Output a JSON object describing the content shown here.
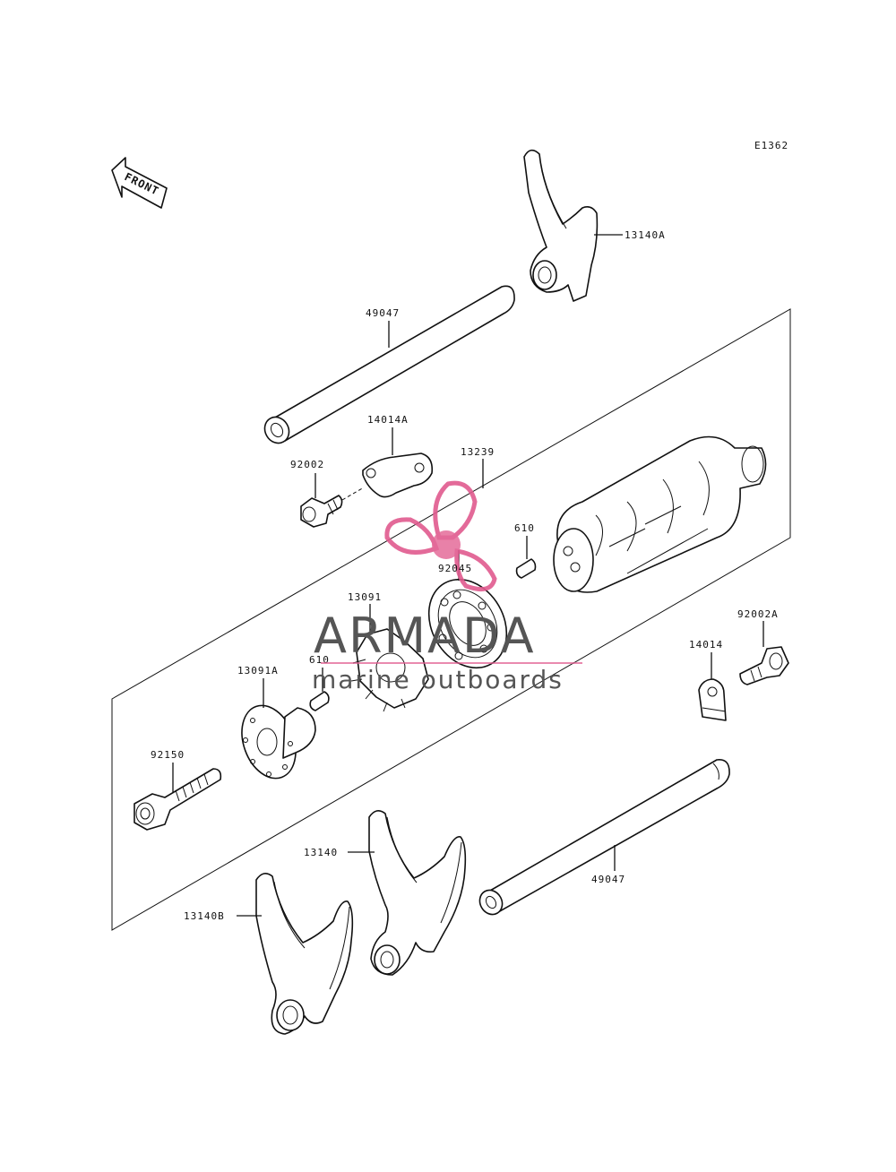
{
  "diagram_code": "E1362",
  "front_label": "FRONT",
  "watermark": {
    "brand": "ARMADA",
    "tagline": "marine outboards",
    "accent": "#e05a8e",
    "text_color": "#555555"
  },
  "parts": [
    {
      "id": "p1",
      "number": "13140A"
    },
    {
      "id": "p2",
      "number": "49047"
    },
    {
      "id": "p3",
      "number": "14014A"
    },
    {
      "id": "p4",
      "number": "92002"
    },
    {
      "id": "p5",
      "number": "13239"
    },
    {
      "id": "p6",
      "number": "92045"
    },
    {
      "id": "p7",
      "number": "610"
    },
    {
      "id": "p8",
      "number": "13091"
    },
    {
      "id": "p9",
      "number": "610"
    },
    {
      "id": "p10",
      "number": "13091A"
    },
    {
      "id": "p11",
      "number": "92002A"
    },
    {
      "id": "p12",
      "number": "14014"
    },
    {
      "id": "p13",
      "number": "92150"
    },
    {
      "id": "p14",
      "number": "13140"
    },
    {
      "id": "p15",
      "number": "49047"
    },
    {
      "id": "p16",
      "number": "13140B"
    }
  ]
}
